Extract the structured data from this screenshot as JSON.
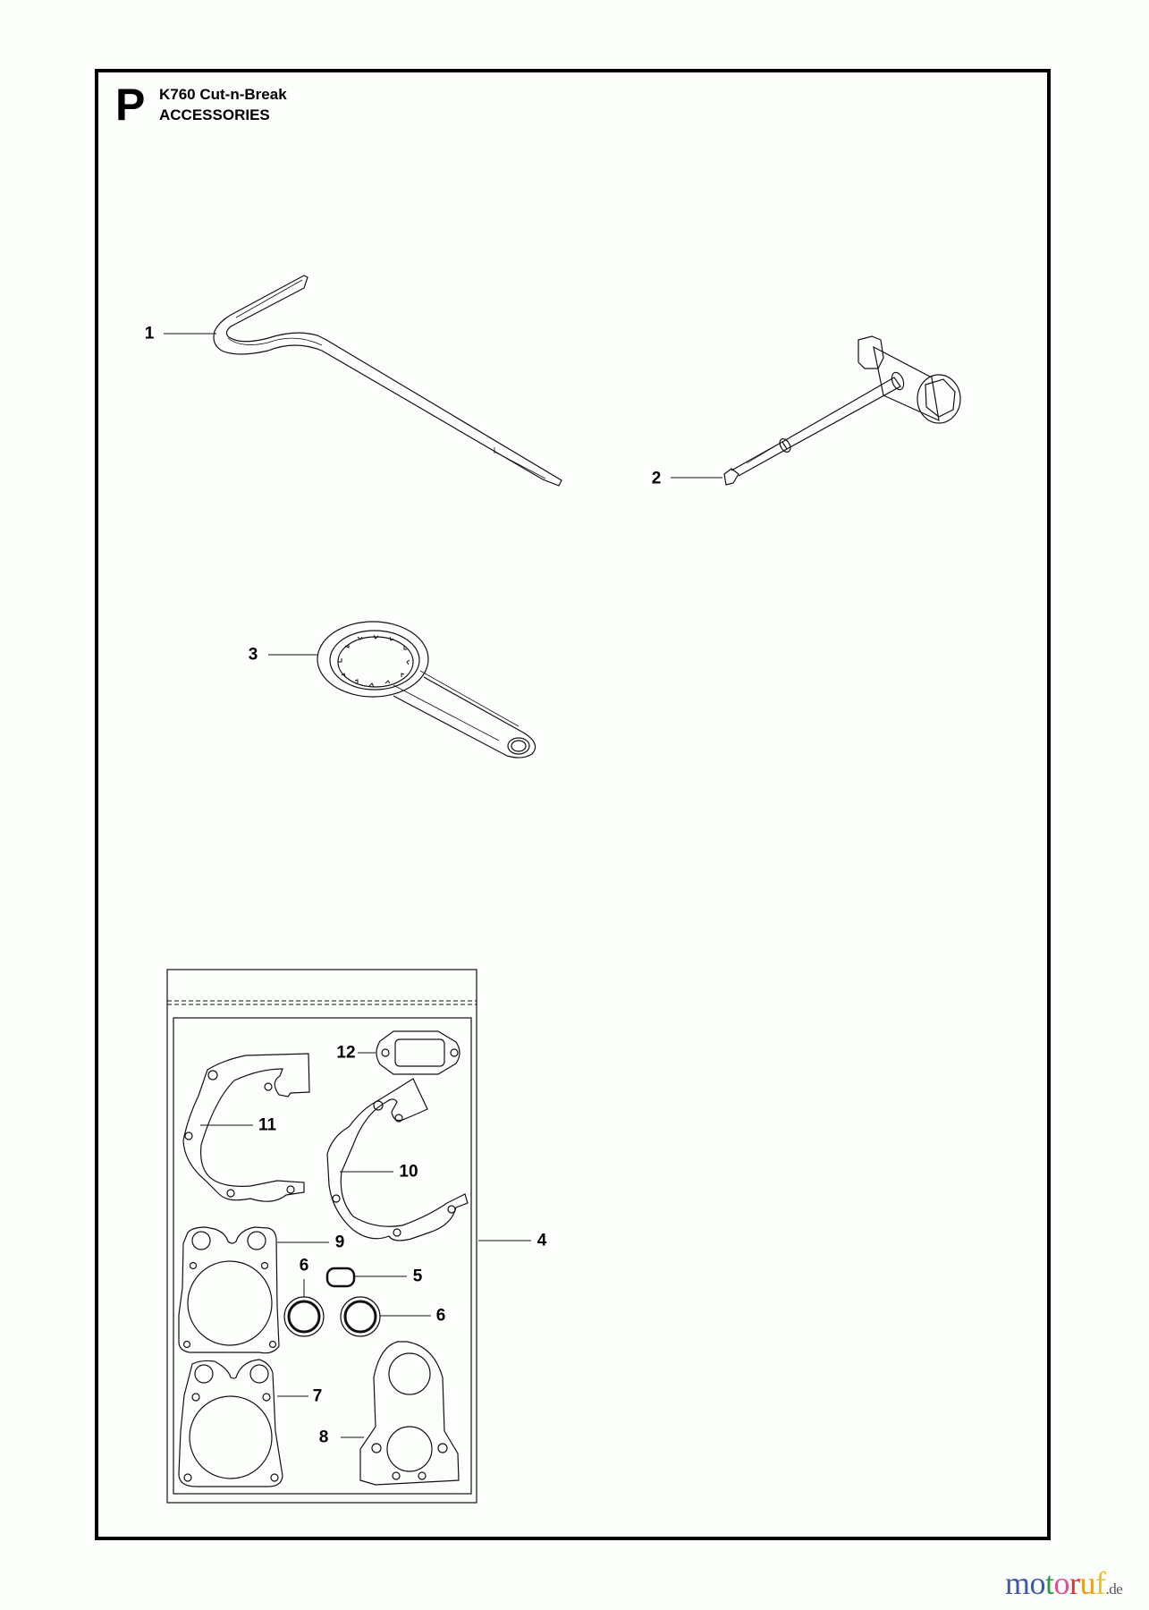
{
  "header": {
    "section_letter": "P",
    "model": "K760 Cut-n-Break",
    "group": "ACCESSORIES"
  },
  "callouts": [
    {
      "id": "1",
      "part": "hook-tool"
    },
    {
      "id": "2",
      "part": "combination-spanner"
    },
    {
      "id": "3",
      "part": "blade-spanner"
    },
    {
      "id": "4",
      "part": "gasket-kit-bag"
    },
    {
      "id": "5",
      "part": "o-ring"
    },
    {
      "id": "6",
      "part": "seal-ring-left"
    },
    {
      "id": "6",
      "part": "seal-ring-right"
    },
    {
      "id": "7",
      "part": "cylinder-gasket"
    },
    {
      "id": "8",
      "part": "intake-gasket"
    },
    {
      "id": "9",
      "part": "cylinder-base-gasket"
    },
    {
      "id": "10",
      "part": "crankcase-gasket-right"
    },
    {
      "id": "11",
      "part": "crankcase-gasket-left"
    },
    {
      "id": "12",
      "part": "muffler-gasket"
    }
  ],
  "watermark": {
    "letters": [
      "m",
      "o",
      "t",
      "o",
      "r",
      "u",
      "f"
    ],
    "colors": [
      "#3d5aa8",
      "#3d5aa8",
      "#2f9a45",
      "#e0508f",
      "#d8342c",
      "#e8a020",
      "#f0c020"
    ],
    "tld": ".de"
  }
}
